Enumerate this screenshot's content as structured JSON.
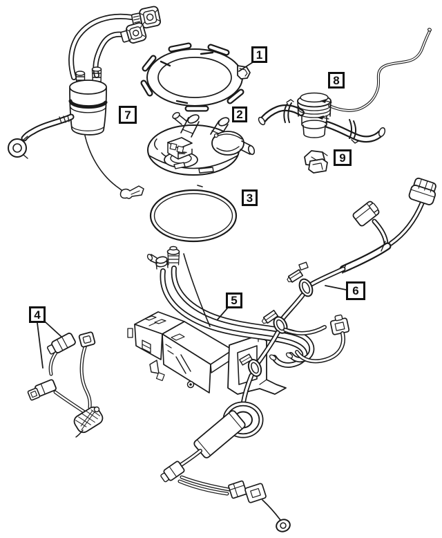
{
  "diagram": {
    "colors": {
      "background": "#ffffff",
      "line": "#1a1a1a"
    },
    "callouts": [
      {
        "id": 1,
        "label": "1"
      },
      {
        "id": 2,
        "label": "2"
      },
      {
        "id": 3,
        "label": "3"
      },
      {
        "id": 4,
        "label": "4"
      },
      {
        "id": 5,
        "label": "5"
      },
      {
        "id": 6,
        "label": "6"
      },
      {
        "id": 7,
        "label": "7"
      },
      {
        "id": 8,
        "label": "8"
      },
      {
        "id": 9,
        "label": "9"
      }
    ]
  }
}
